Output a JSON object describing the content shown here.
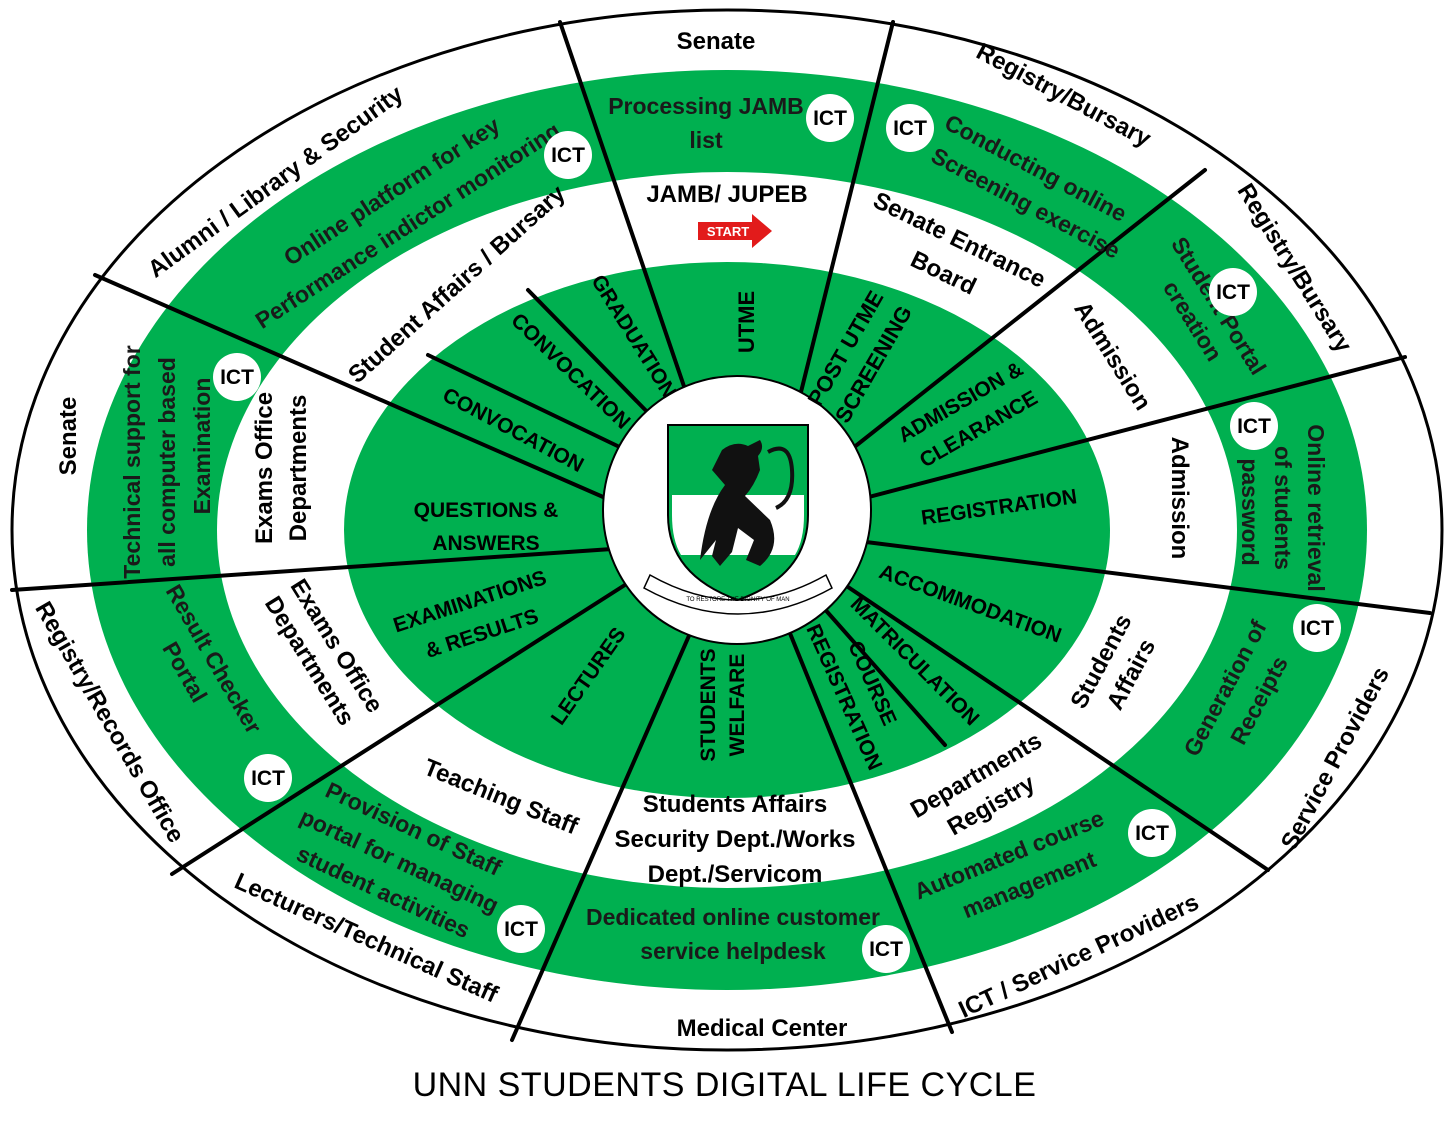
{
  "title": "UNN STUDENTS DIGITAL LIFE CYCLE",
  "colors": {
    "green": "#00b050",
    "line": "#000000",
    "start_arrow": "#e21b1b"
  },
  "center": {
    "emblem": "UNN crest",
    "motto": "TO RESTORE THE DIGNITY OF MAN"
  },
  "start_label": "START",
  "ict_badge": "ICT",
  "inner_ring": {
    "utme": "UTME",
    "post_utme": [
      "POST UTME",
      "SCREENING"
    ],
    "admission_clearance": [
      "ADMISSION &",
      "CLEARANCE"
    ],
    "registration": "REGISTRATION",
    "accommodation": "ACCOMMODATION",
    "matriculation": "MATRICULATION",
    "course_registration": [
      "COURSE",
      "REGISTRATION"
    ],
    "students_welfare": [
      "STUDENTS",
      "WELFARE"
    ],
    "lectures": "LECTURES",
    "examinations_results": [
      "EXAMINATIONS",
      "& RESULTS"
    ],
    "questions_answers": [
      "QUESTIONS &",
      "ANSWERS"
    ],
    "convocation_1": "CONVOCATION",
    "convocation_2": "CONVOCATION",
    "graduation": "GRADUATION"
  },
  "middle_ring": {
    "jamb": "JAMB/ JUPEB",
    "senate_entrance": [
      "Senate Entrance",
      "Board"
    ],
    "admission_1": "Admission",
    "admission_2": "Admission",
    "students_affairs": [
      "Students",
      "Affairs"
    ],
    "departments_registry": [
      "Departments",
      "Registry"
    ],
    "students_affairs_block": [
      "Students Affairs",
      "Security Dept./Works",
      "Dept./Servicom"
    ],
    "teaching_staff": "Teaching Staff",
    "exams_office_lower": [
      "Exams Office",
      "Departments"
    ],
    "exams_office_upper": [
      "Exams Office",
      "Departments"
    ],
    "student_affairs_bursary": "Student Affairs / Bursary"
  },
  "green_ring": {
    "processing_jamb": [
      "Processing JAMB",
      "list"
    ],
    "conducting_screening": [
      "Conducting online",
      "Screening exercise"
    ],
    "student_portal": [
      "Student Portal",
      "creation"
    ],
    "online_retrieval": [
      "Online retrieval",
      "of students",
      "password"
    ],
    "generation_receipts": [
      "Generation of",
      "Receipts"
    ],
    "automated_course": [
      "Automated course",
      "management"
    ],
    "customer_helpdesk": [
      "Dedicated online customer",
      "service helpdesk"
    ],
    "staff_portal": [
      "Provision of Staff",
      "portal for managing",
      "student activities"
    ],
    "result_checker": [
      "Result Checker",
      "Portal"
    ],
    "technical_support": [
      "Technical support for",
      "all computer based",
      "Examination"
    ],
    "kpi_platform": [
      "Online platform for key",
      "Performance indictor monitoring"
    ]
  },
  "outer_ring": {
    "senate_top": "Senate",
    "registry_bursary_1": "Registry/Bursary",
    "registry_bursary_2": "Registry/Bursary",
    "service_providers": "Service Providers",
    "ict_service_providers": "ICT / Service Providers",
    "medical_center": "Medical Center",
    "lecturers_technical": "Lecturers/Technical Staff",
    "registry_records": "Registry/Records Office",
    "senate_left": "Senate",
    "alumni_library": "Alumni / Library & Security"
  }
}
